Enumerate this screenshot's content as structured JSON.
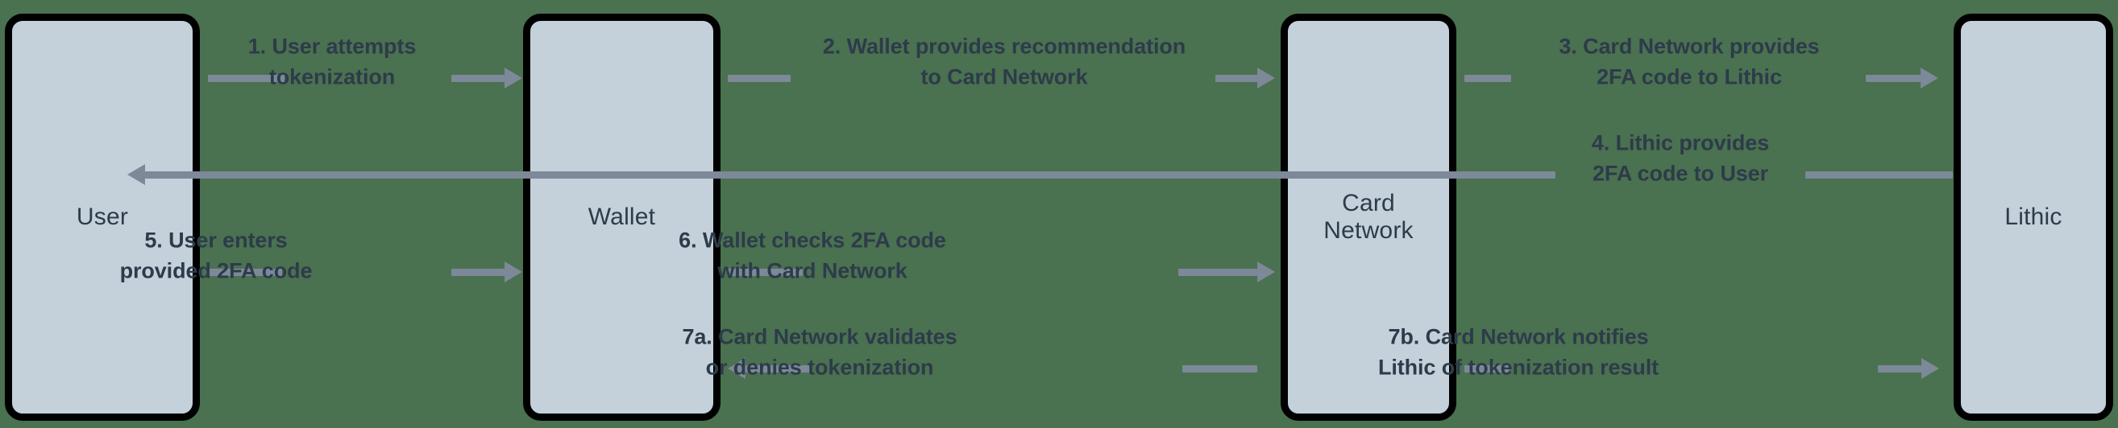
{
  "diagram": {
    "title": "Tokenization 2FA flow",
    "colors": {
      "background": "#4a7150",
      "box_fill": "#c4d1da",
      "box_border": "#000000",
      "arrow": "#7d8899",
      "text": "#2d3b4a"
    },
    "actors": [
      {
        "id": "user",
        "label": "User"
      },
      {
        "id": "wallet",
        "label": "Wallet"
      },
      {
        "id": "card-network",
        "label": "Card\nNetwork"
      },
      {
        "id": "lithic",
        "label": "Lithic"
      }
    ],
    "flows": [
      {
        "id": "step-1",
        "label": "1. User attempts\ntokenization",
        "from": "user",
        "to": "wallet",
        "direction": "right"
      },
      {
        "id": "step-2",
        "label": "2. Wallet provides recommendation\nto Card Network",
        "from": "wallet",
        "to": "card-network",
        "direction": "right"
      },
      {
        "id": "step-3",
        "label": "3. Card Network provides\n2FA code to Lithic",
        "from": "card-network",
        "to": "lithic",
        "direction": "right"
      },
      {
        "id": "step-4",
        "label": "4. Lithic provides\n2FA code to User",
        "from": "lithic",
        "to": "user",
        "direction": "left"
      },
      {
        "id": "step-5",
        "label": "5. User enters\nprovided 2FA code",
        "from": "user",
        "to": "wallet",
        "direction": "right"
      },
      {
        "id": "step-6",
        "label": "6. Wallet checks 2FA code\nwith Card Network",
        "from": "wallet",
        "to": "card-network",
        "direction": "right"
      },
      {
        "id": "step-7a",
        "label": "7a. Card Network validates\nor denies tokenization",
        "from": "card-network",
        "to": "wallet",
        "direction": "left"
      },
      {
        "id": "step-7b",
        "label": "7b. Card Network notifies\nLithic of tokenization result",
        "from": "card-network",
        "to": "lithic",
        "direction": "right"
      }
    ]
  }
}
